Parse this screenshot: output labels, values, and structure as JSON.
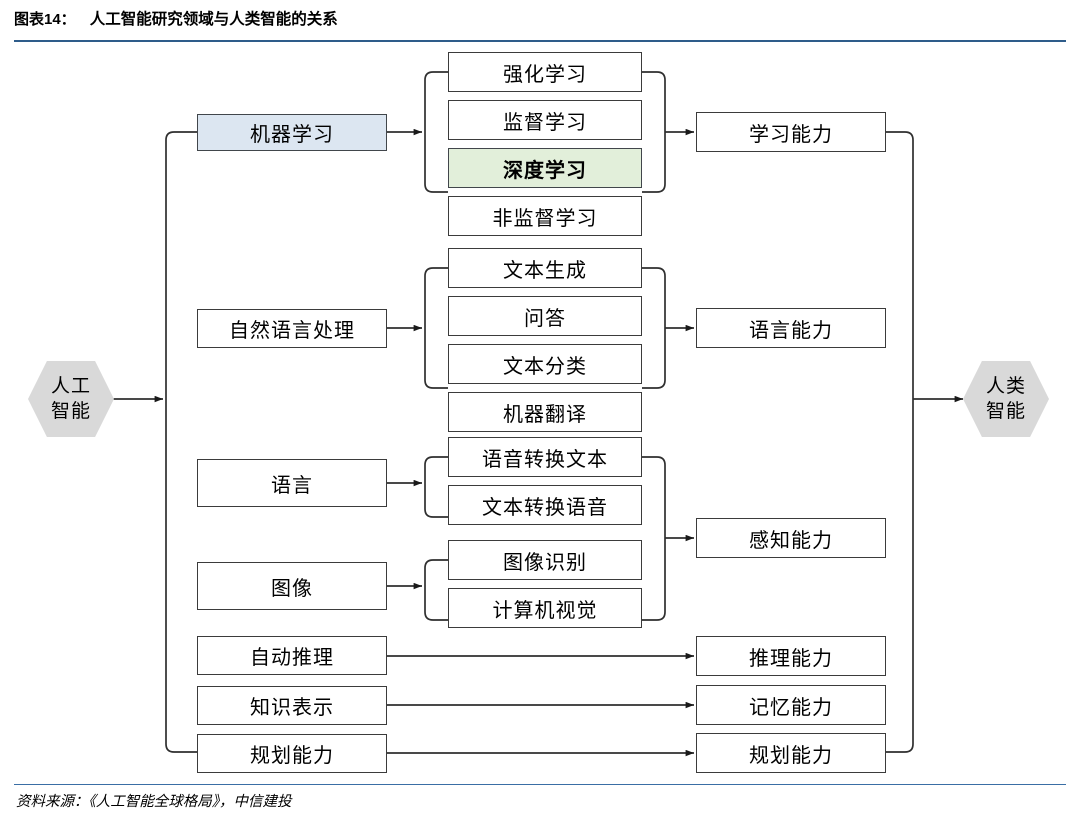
{
  "header": {
    "figure_number": "图表14：",
    "title": "人工智能研究领域与人类智能的关系"
  },
  "footer": {
    "source": "资料来源：《人工智能全球格局》，中信建投"
  },
  "colors": {
    "rule": "#2E5C8A",
    "hexagon_fill": "#D9D9D9",
    "highlight_blue": "#DCE6F1",
    "highlight_green": "#E2EFDA",
    "box_border": "#3b3b3b"
  },
  "diagram": {
    "type": "flow-diagram",
    "input_node": {
      "line1": "人工",
      "line2": "智能"
    },
    "output_node": {
      "line1": "人类",
      "line2": "智能"
    },
    "domains": [
      {
        "label": "机器学习",
        "fill": "blue"
      },
      {
        "label": "自然语言处理",
        "fill": "none"
      },
      {
        "label": "语言",
        "fill": "none"
      },
      {
        "label": "图像",
        "fill": "none"
      },
      {
        "label": "自动推理",
        "fill": "none"
      },
      {
        "label": "知识表示",
        "fill": "none"
      },
      {
        "label": "规划能力",
        "fill": "none"
      }
    ],
    "techniques": [
      {
        "label": "强化学习",
        "fill": "none"
      },
      {
        "label": "监督学习",
        "fill": "none"
      },
      {
        "label": "深度学习",
        "fill": "green"
      },
      {
        "label": "非监督学习",
        "fill": "none"
      },
      {
        "label": "文本生成",
        "fill": "none"
      },
      {
        "label": "问答",
        "fill": "none"
      },
      {
        "label": "文本分类",
        "fill": "none"
      },
      {
        "label": "机器翻译",
        "fill": "none"
      },
      {
        "label": "语音转换文本",
        "fill": "none"
      },
      {
        "label": "文本转换语音",
        "fill": "none"
      },
      {
        "label": "图像识别",
        "fill": "none"
      },
      {
        "label": "计算机视觉",
        "fill": "none"
      }
    ],
    "capabilities": [
      {
        "label": "学习能力"
      },
      {
        "label": "语言能力"
      },
      {
        "label": "感知能力"
      },
      {
        "label": "推理能力"
      },
      {
        "label": "记忆能力"
      },
      {
        "label": "规划能力"
      }
    ]
  }
}
